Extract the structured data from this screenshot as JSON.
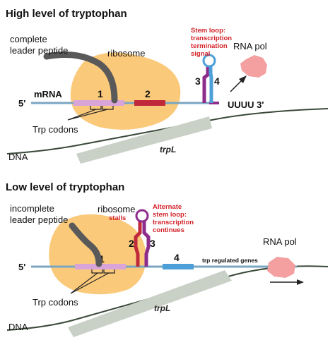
{
  "colors": {
    "ribosome": "#fbc97a",
    "mrna": "#7aa6c2",
    "region1": "#d9a5d9",
    "region2": "#c0293a",
    "region3": "#8e2c8c",
    "region4": "#4d9fd8",
    "rna_pol": "#f4a0a0",
    "dna": "#c9d0c6",
    "peptide": "#595959",
    "label_red": "#d2232a"
  },
  "high": {
    "title": "High level of tryptophan",
    "leader_label_line1": "complete",
    "leader_label_line2": "leader peptide",
    "ribosome_label": "ribosome",
    "five_prime": "5'",
    "mrna_label": "mRNA",
    "region1": "1",
    "region2": "2",
    "region3": "3",
    "region4": "4",
    "stem_loop_line1": "Stem loop:",
    "stem_loop_line2": "transcription",
    "stem_loop_line3": "termination",
    "stem_loop_line4": "signal",
    "rna_pol_label": "RNA pol",
    "three_prime": "UUUU 3'",
    "trp_codons": "Trp codons",
    "dna_label": "DNA",
    "gene_label": "trpL"
  },
  "low": {
    "title": "Low level of tryptophan",
    "leader_label_line1": "incomplete",
    "leader_label_line2": "leader peptide",
    "ribosome_label": "ribosome",
    "stalls_label": "stalls",
    "alt_line1": "Alternate",
    "alt_line2": "stem loop:",
    "alt_line3": "transcription",
    "alt_line4": "continues",
    "five_prime": "5'",
    "region1": "1",
    "region2": "2",
    "region3": "3",
    "region4": "4",
    "trp_genes_label": "trp regulated genes",
    "rna_pol_label": "RNA pol",
    "trp_codons": "Trp codons",
    "dna_label": "DNA",
    "gene_label": "trpL"
  }
}
